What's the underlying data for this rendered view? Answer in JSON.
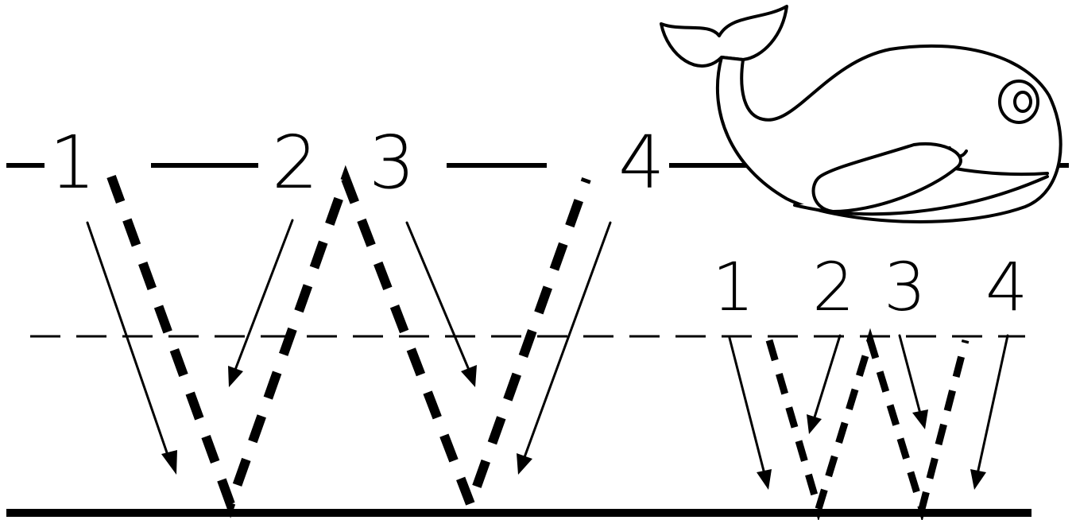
{
  "worksheet": {
    "letter": "W",
    "colors": {
      "ink": "#000000",
      "paper": "#ffffff"
    },
    "big_letter": {
      "stroke_numbers": [
        "1",
        "2",
        "3",
        "4"
      ]
    },
    "small_letter": {
      "stroke_numbers": [
        "1",
        "2",
        "3",
        "4"
      ]
    },
    "picture": {
      "icon": "whale-icon"
    }
  }
}
